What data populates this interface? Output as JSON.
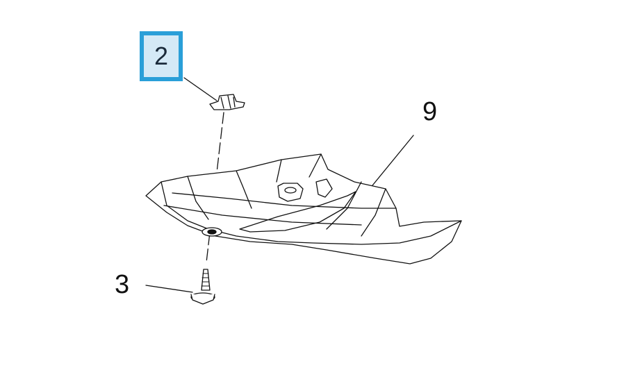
{
  "callouts": {
    "part_2": "2",
    "part_9": "9",
    "part_3": "3"
  },
  "colors": {
    "highlight_border": "#2a9fd8",
    "highlight_fill": "#d4e9f6",
    "line": "#111111"
  }
}
